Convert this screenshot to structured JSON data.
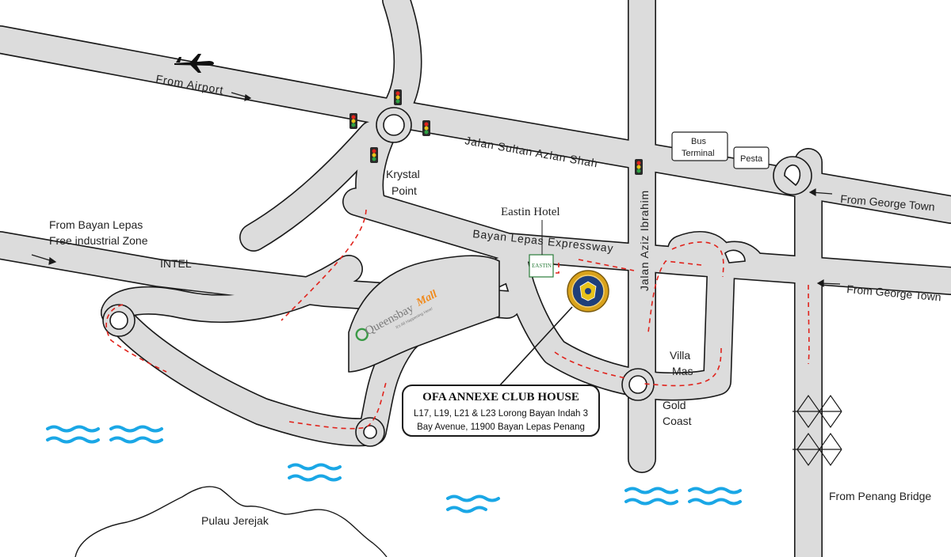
{
  "labels": {
    "from_airport": "From Airport",
    "jalan_sultan": "Jalan Sultan Azlan Shah",
    "krystal_1": "Krystal",
    "krystal_2": "Point",
    "from_bayan_1": "From Bayan Lepas",
    "from_bayan_2": "Free industrial Zone",
    "intel": "INTEL",
    "eastin_hotel": "Eastin Hotel",
    "eastin_sign": "EASTIN",
    "bayan_expressway": "Bayan Lepas Expressway",
    "jalan_aziz": "Jalan Aziz Ibrahim",
    "bus_terminal_1": "Bus",
    "bus_terminal_2": "Terminal",
    "pesta": "Pesta",
    "from_george_town_1": "From George Town",
    "from_george_town_2": "From George Town",
    "villa_1": "Villa",
    "villa_2": "Mas",
    "gold_1": "Gold",
    "gold_2": "Coast",
    "from_penang_bridge": "From Penang Bridge",
    "pulau_jerejak": "Pulau Jerejak",
    "queensbay_1": "Queensbay",
    "queensbay_2": "Mall",
    "queensbay_tag": "It's All Happening Here!"
  },
  "callout": {
    "title": "OFA ANNEXE CLUB HOUSE",
    "address_1": "L17, L19, L21 & L23 Lorong Bayan Indah 3",
    "address_2": "Bay Avenue, 11900 Bayan Lepas Penang"
  },
  "colors": {
    "road": "#dcdcdc",
    "route": "#e0231c",
    "water": "#1aa7e6",
    "logo_gold": "#d9a21b",
    "logo_blue": "#1f3f7a"
  },
  "icons": [
    "airplane-icon",
    "traffic-light-icon",
    "arrow-icon",
    "club-logo-icon",
    "bridge-icon",
    "wave-icon"
  ]
}
